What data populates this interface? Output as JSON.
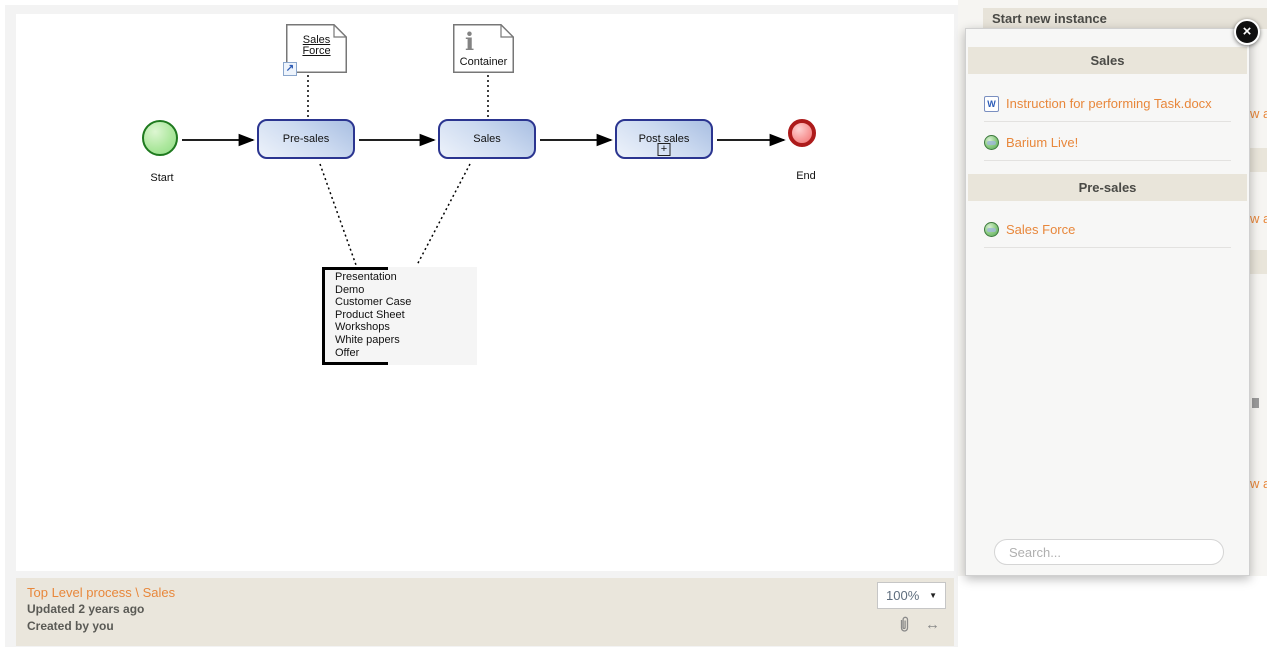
{
  "background": {
    "header": "Start new instance",
    "clipped_link_fragments": [
      "w a",
      "w a",
      "w a"
    ]
  },
  "panel": {
    "sections": [
      {
        "header": "Sales",
        "items": [
          {
            "label": "Instruction for performing Task.docx",
            "icon": "word-document"
          },
          {
            "label": "Barium Live!",
            "icon": "globe"
          }
        ]
      },
      {
        "header": "Pre-sales",
        "items": [
          {
            "label": "Sales Force",
            "icon": "globe"
          }
        ]
      }
    ],
    "search_placeholder": "Search..."
  },
  "diagram": {
    "start_label": "Start",
    "end_label": "End",
    "tasks": [
      {
        "label": "Pre-sales"
      },
      {
        "label": "Sales"
      },
      {
        "label": "Post sales",
        "subprocess": true
      }
    ],
    "documents": [
      {
        "label": "Sales Force",
        "overlay": "link"
      },
      {
        "label": "Container",
        "overlay": "info"
      }
    ],
    "annotation": {
      "lines": [
        "Presentation",
        "Demo",
        "Customer Case",
        "Product Sheet",
        "Workshops",
        "White papers",
        "Offer"
      ]
    }
  },
  "statusbar": {
    "breadcrumb": "Top Level process \\ Sales",
    "updated": "Updated 2 years ago",
    "created": "Created by you",
    "zoom": "100%"
  },
  "icons": {
    "close_glyph": "×",
    "dropdown_arrow_glyph": "▼",
    "resize_glyph": "↔",
    "link_glyph": "↗",
    "info_glyph": "i",
    "subprocess_plus": "+",
    "word_glyph": "W"
  },
  "colors": {
    "accent_orange": "#e8873b",
    "beige_bar": "#e9e5da",
    "task_border": "#2b3590",
    "task_fill": "#c3d3ec",
    "start_fill": "#8fdc83",
    "start_border": "#1f7a1f",
    "end_fill": "#ef6f6f",
    "end_border": "#ad1b1b",
    "toolbar_bg": "#eae6dc"
  }
}
